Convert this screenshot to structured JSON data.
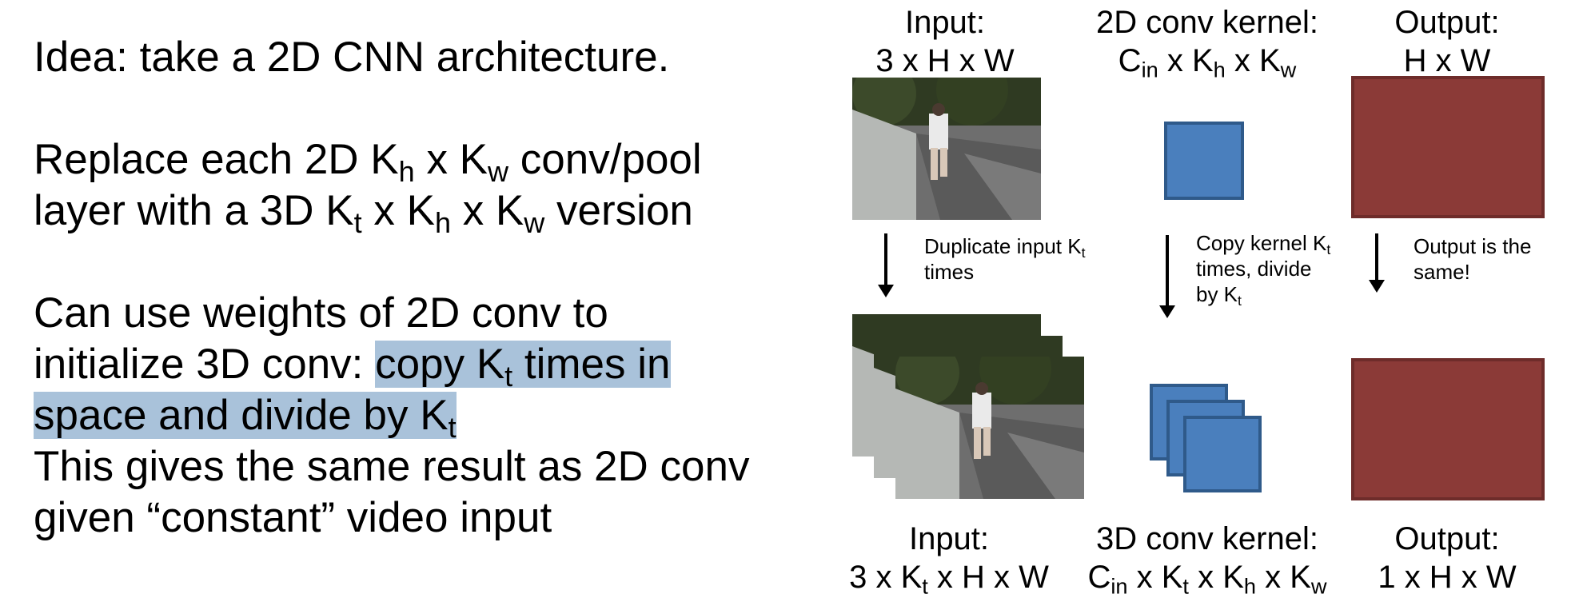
{
  "left": {
    "p1": "Idea: take a 2D CNN architecture.",
    "p2": {
      "a": "Replace each 2D K",
      "a_h": "h",
      "b": " x K",
      "b_w": "w",
      "c": " conv/pool",
      "d": "layer with a 3D K",
      "d_t": "t",
      "e": " x K",
      "e_h": "h",
      "f": " x K",
      "f_w": "w",
      "g": " version"
    },
    "p3": {
      "a": "Can use weights of 2D conv to",
      "b": "initialize 3D conv: ",
      "hl1": "copy K",
      "hl1_t": "t",
      "hl2": " times in",
      "hl3": "space and divide by K",
      "hl3_t": "t",
      "c": "This gives the same result as 2D conv",
      "d": "given “constant” video input"
    }
  },
  "diagram": {
    "top_input": {
      "line1": "Input:",
      "line2": "3 x H x W"
    },
    "top_kernel": {
      "line1": "2D conv kernel:",
      "a": "C",
      "a_sub": "in",
      "b": " x K",
      "b_sub": "h",
      "c": " x K",
      "c_sub": "w"
    },
    "top_output": {
      "line1": "Output:",
      "line2": "H x W"
    },
    "note_input": {
      "a": "Duplicate input K",
      "a_sub": "t",
      "b": "times"
    },
    "note_kernel": {
      "a": "Copy kernel K",
      "a_sub": "t",
      "b": "times, divide",
      "c": "by K",
      "c_sub": "t"
    },
    "note_output": {
      "a": "Output is the",
      "b": "same!"
    },
    "bot_input": {
      "line1": "Input:",
      "a": "3 x K",
      "a_sub": "t",
      "b": " x H x W"
    },
    "bot_kernel": {
      "line1": "3D conv kernel:",
      "a": "C",
      "a_sub": "in",
      "b": " x K",
      "b_sub": "t",
      "c": " x K",
      "c_sub": "h",
      "d": " x K",
      "d_sub": "w"
    },
    "bot_output": {
      "line1": "Output:",
      "line2": "1 x H x W"
    }
  },
  "colors": {
    "kernel": "#4a7fbd",
    "output": "#8b3a37",
    "highlight": "#a9c2da"
  },
  "icons": {
    "frame": "video-frame-runner-image",
    "arrow": "arrow-down-icon"
  }
}
